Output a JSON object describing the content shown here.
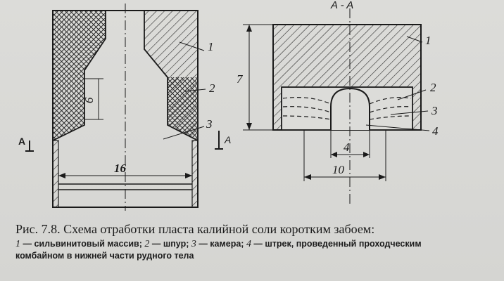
{
  "figure": {
    "section_label": "A - A",
    "section_marker_left": "A",
    "section_marker_right": "A",
    "left_view": {
      "labels": [
        "1",
        "2",
        "3"
      ],
      "dim_height": "6",
      "dim_width": "16"
    },
    "right_view": {
      "labels": [
        "1",
        "2",
        "3",
        "4"
      ],
      "dim_height": "7",
      "dim_inner": "4",
      "dim_outer": "10"
    }
  },
  "caption": {
    "title": "Рис. 7.8. Схема отработки пласта калийной соли коротким забоем:",
    "legend_line1": {
      "n1": "1",
      "t1": " — сильвинитовый массив; ",
      "n2": "2",
      "t2": " — шпур; ",
      "n3": "3",
      "t3": " — камера; ",
      "n4": "4",
      "t4": " — штрек, проведенный проходческим"
    },
    "legend_line2": "комбайном в нижней части рудного тела"
  }
}
